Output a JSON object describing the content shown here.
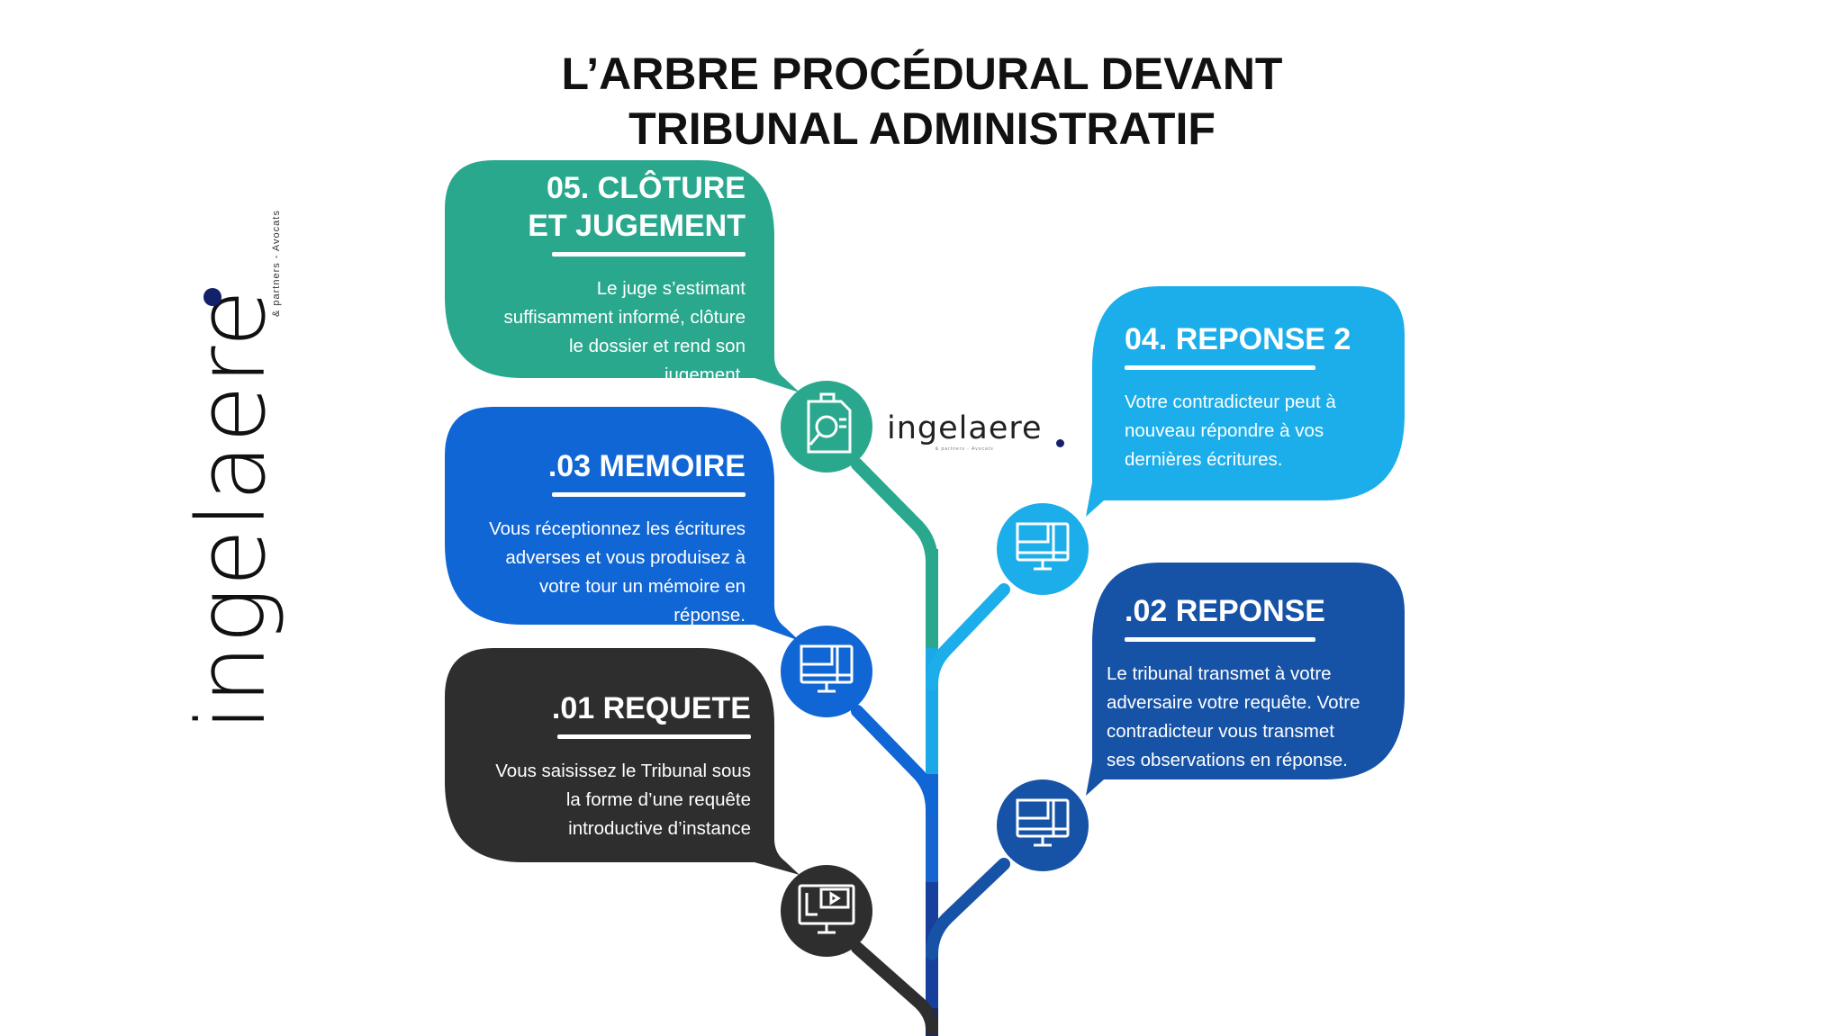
{
  "title": {
    "line1": "L’ARBRE PROCÉDURAL DEVANT",
    "line2": "TRIBUNAL ADMINISTRATIF"
  },
  "logo": {
    "word": "ingelaere",
    "subtitle": "& partners - Avocats",
    "dot_color": "#13216b"
  },
  "steps": [
    {
      "id": "step-01",
      "title_lines": [
        ".01 REQUETE"
      ],
      "body_lines": [
        "Vous saisissez le Tribunal sous",
        "la forme d’une requête",
        "introductive d’instance"
      ],
      "color": "#2e2e2e",
      "icon": "video-monitor-icon"
    },
    {
      "id": "step-02",
      "title_lines": [
        ".02 REPONSE"
      ],
      "body_lines": [
        "Le tribunal transmet à votre",
        "adversaire votre requête. Votre",
        "contradicteur vous transmet",
        "ses observations en réponse."
      ],
      "color": "#1652a6",
      "icon": "computer-monitor-icon"
    },
    {
      "id": "step-03",
      "title_lines": [
        ".03 MEMOIRE"
      ],
      "body_lines": [
        "Vous réceptionnez les écritures",
        "adverses et vous produisez à",
        "votre tour un mémoire en",
        "réponse."
      ],
      "color": "#0f66d4",
      "icon": "computer-monitor-icon"
    },
    {
      "id": "step-04",
      "title_lines": [
        "04. REPONSE 2"
      ],
      "body_lines": [
        "Votre contradicteur peut à",
        "nouveau répondre à vos",
        "dernières écritures."
      ],
      "color": "#1baeea",
      "icon": "computer-monitor-icon"
    },
    {
      "id": "step-05",
      "title_lines": [
        "05. CLÔTURE",
        "ET JUGEMENT"
      ],
      "body_lines": [
        "Le juge s’estimant",
        "suffisamment informé, clôture",
        "le dossier et rend son",
        "jugement."
      ],
      "color": "#2aa88e",
      "icon": "document-search-icon"
    }
  ]
}
